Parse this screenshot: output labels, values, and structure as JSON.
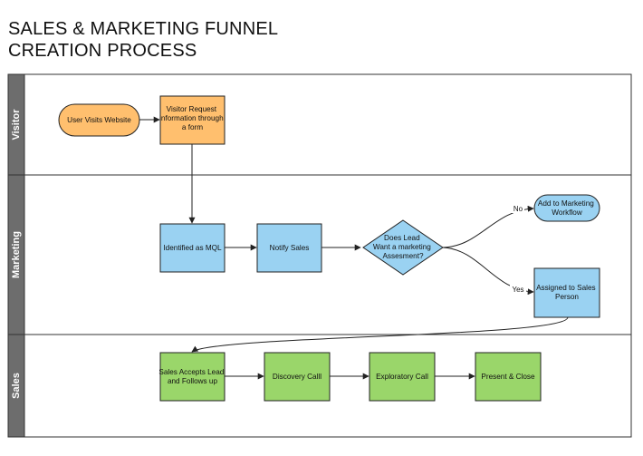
{
  "title": {
    "line1": "SALES & MARKETING FUNNEL",
    "line2": "CREATION PROCESS"
  },
  "colors": {
    "lane_header": "#6d6d6d",
    "orange": "#ffbf6e",
    "blue": "#9ad2f2",
    "green": "#9ad66a",
    "stroke": "#222222"
  },
  "lanes": [
    {
      "id": "visitor",
      "label": "Visitor"
    },
    {
      "id": "marketing",
      "label": "Marketing"
    },
    {
      "id": "sales",
      "label": "Sales"
    }
  ],
  "nodes": {
    "user_visits": {
      "lines": [
        "User Visits Website"
      ],
      "shape": "terminator",
      "color": "orange"
    },
    "visitor_request": {
      "lines": [
        "Visitor Request",
        "information through",
        "a form"
      ],
      "shape": "process",
      "color": "orange"
    },
    "identified_mql": {
      "lines": [
        "Identified as MQL"
      ],
      "shape": "process",
      "color": "blue"
    },
    "notify_sales": {
      "lines": [
        "Notify Sales"
      ],
      "shape": "process",
      "color": "blue"
    },
    "does_lead": {
      "lines": [
        "Does Lead",
        "Want a marketing",
        "Assesment?"
      ],
      "shape": "decision",
      "color": "blue"
    },
    "add_marketing": {
      "lines": [
        "Add to Marketing",
        "Workflow"
      ],
      "shape": "terminator",
      "color": "blue"
    },
    "assigned_sales": {
      "lines": [
        "Assigned to Sales",
        "Person"
      ],
      "shape": "process",
      "color": "blue"
    },
    "sales_accepts": {
      "lines": [
        "Sales Accepts Lead",
        "and Follows up"
      ],
      "shape": "process",
      "color": "green"
    },
    "discovery_call": {
      "lines": [
        "Discovery Calll"
      ],
      "shape": "process",
      "color": "green"
    },
    "exploratory_call": {
      "lines": [
        "Exploratory Call"
      ],
      "shape": "process",
      "color": "green"
    },
    "present_close": {
      "lines": [
        "Present & Close"
      ],
      "shape": "process",
      "color": "green"
    }
  },
  "edges": [
    {
      "from": "user_visits",
      "to": "visitor_request",
      "label": ""
    },
    {
      "from": "visitor_request",
      "to": "identified_mql",
      "label": ""
    },
    {
      "from": "identified_mql",
      "to": "notify_sales",
      "label": ""
    },
    {
      "from": "notify_sales",
      "to": "does_lead",
      "label": ""
    },
    {
      "from": "does_lead",
      "to": "add_marketing",
      "label": "No"
    },
    {
      "from": "does_lead",
      "to": "assigned_sales",
      "label": "Yes"
    },
    {
      "from": "assigned_sales",
      "to": "sales_accepts",
      "label": ""
    },
    {
      "from": "sales_accepts",
      "to": "discovery_call",
      "label": ""
    },
    {
      "from": "discovery_call",
      "to": "exploratory_call",
      "label": ""
    },
    {
      "from": "exploratory_call",
      "to": "present_close",
      "label": ""
    }
  ]
}
